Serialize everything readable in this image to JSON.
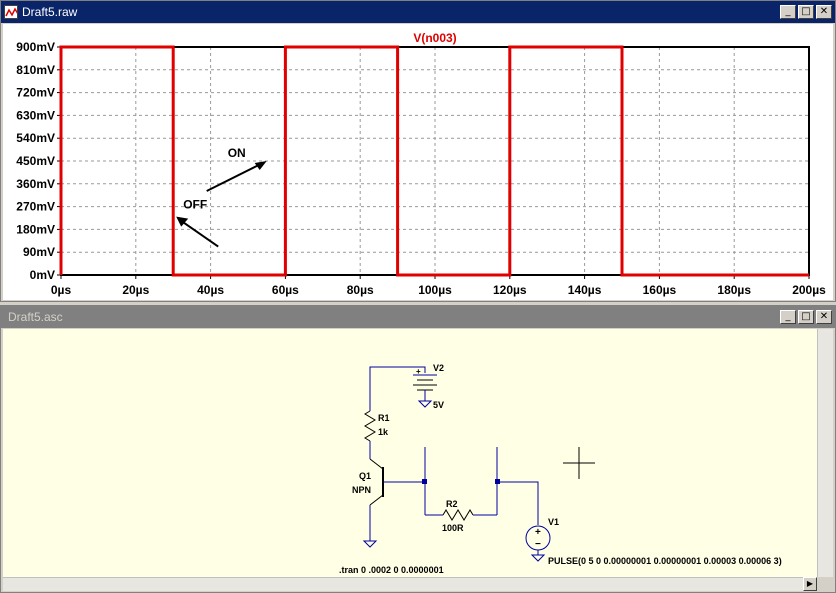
{
  "plot_window": {
    "title": "Draft5.raw",
    "buttons": [
      "_",
      "□",
      "✕"
    ]
  },
  "schematic_window": {
    "title": "Draft5.asc",
    "buttons": [
      "_",
      "□",
      "✕"
    ]
  },
  "chart_data": {
    "type": "line",
    "title": "V(n003)",
    "xlabel": "",
    "ylabel": "",
    "xlim": [
      0,
      200
    ],
    "ylim": [
      0,
      900
    ],
    "x_ticks": [
      "0µs",
      "20µs",
      "40µs",
      "60µs",
      "80µs",
      "100µs",
      "120µs",
      "140µs",
      "160µs",
      "180µs",
      "200µs"
    ],
    "y_ticks": [
      "0mV",
      "90mV",
      "180mV",
      "270mV",
      "360mV",
      "450mV",
      "540mV",
      "630mV",
      "720mV",
      "810mV",
      "900mV"
    ],
    "grid": true,
    "series": [
      {
        "name": "V(n003)",
        "color": "#e00000",
        "x": [
          0,
          0,
          30,
          30,
          60,
          60,
          90,
          90,
          120,
          120,
          150,
          150,
          200
        ],
        "y": [
          0,
          900,
          900,
          0,
          0,
          900,
          900,
          0,
          0,
          900,
          900,
          0,
          0
        ]
      }
    ],
    "annotations": [
      {
        "text": "ON",
        "x": 55,
        "y": 450
      },
      {
        "text": "OFF",
        "x": 30,
        "y": 180
      }
    ]
  },
  "schematic": {
    "V2_name": "V2",
    "V2_value": "5V",
    "R1_name": "R1",
    "R1_value": "1k",
    "Q1_name": "Q1",
    "Q1_type": "NPN",
    "R2_name": "R2",
    "R2_value": "100R",
    "V1_name": "V1",
    "V1_value": "PULSE(0 5 0 0.00000001 0.00000001 0.00003 0.00006 3)",
    "directive": ".tran 0 .0002 0 0.0000001",
    "wire_color": "#0000a0"
  }
}
